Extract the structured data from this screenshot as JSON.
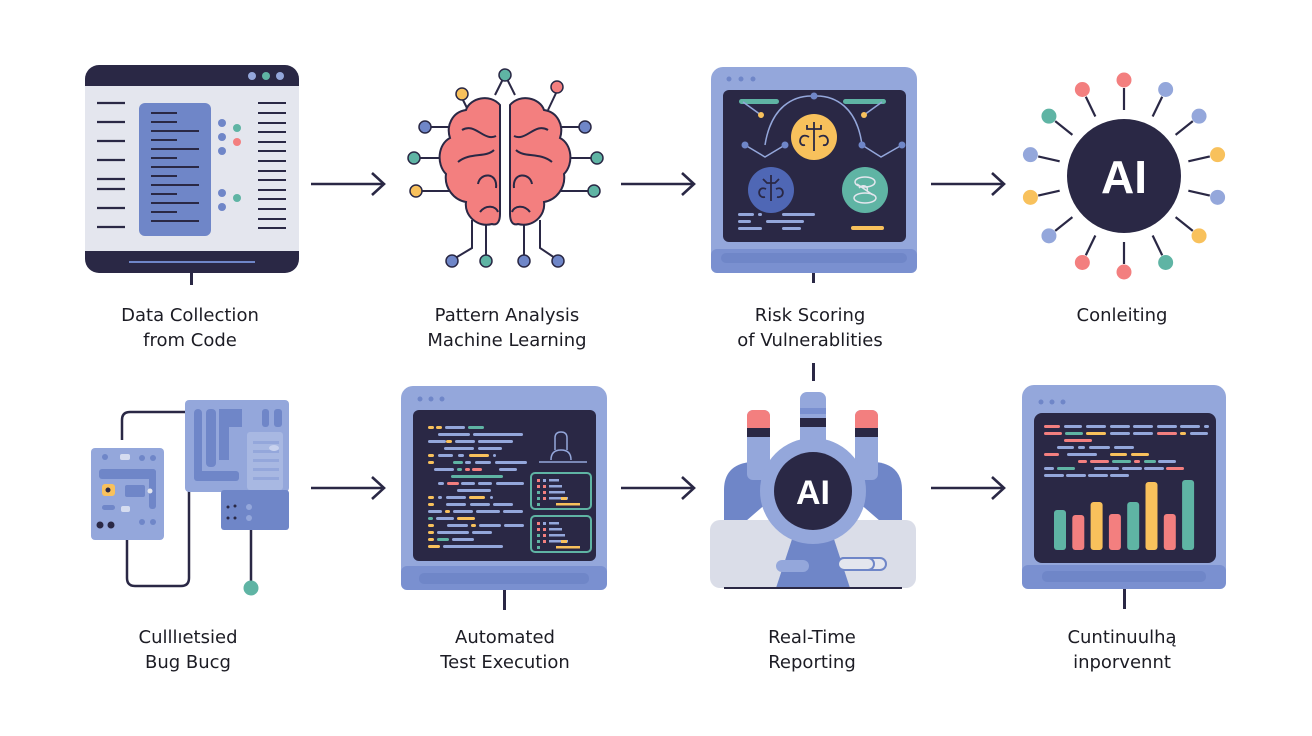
{
  "diagram": {
    "type": "process-flow",
    "colors": {
      "navy": "#2a2845",
      "blue": "#6f86c8",
      "light_blue": "#94a7db",
      "pale": "#e4e6ee",
      "coral": "#f37f7f",
      "teal": "#5fb4a4",
      "yellow": "#f8c15c"
    },
    "steps": [
      {
        "id": "step-1",
        "icon": "code-window-icon",
        "lines": [
          "Data Collection",
          "from Code"
        ]
      },
      {
        "id": "step-2",
        "icon": "brain-network-icon",
        "lines": [
          "Pattern Analysis",
          "Machine Learning"
        ]
      },
      {
        "id": "step-3",
        "icon": "risk-dashboard-icon",
        "lines": [
          "Risk Scoring",
          "of Vulnerablities"
        ]
      },
      {
        "id": "step-4",
        "icon": "ai-hub-icon",
        "lines": [
          "Conleiting"
        ]
      },
      {
        "id": "step-5",
        "icon": "circuit-boards-icon",
        "lines": [
          "Culllıetsied",
          "Bug Bucg"
        ]
      },
      {
        "id": "step-6",
        "icon": "test-terminal-icon",
        "lines": [
          "Automated",
          "Test Execution"
        ]
      },
      {
        "id": "step-7",
        "icon": "ai-engine-icon",
        "lines": [
          "Real-Time",
          "Reporting"
        ]
      },
      {
        "id": "step-8",
        "icon": "analytics-dashboard-icon",
        "lines": [
          "Cuntinuulhą",
          "inporvennt"
        ]
      }
    ],
    "hub_text": "AI",
    "engine_text": "AI"
  }
}
